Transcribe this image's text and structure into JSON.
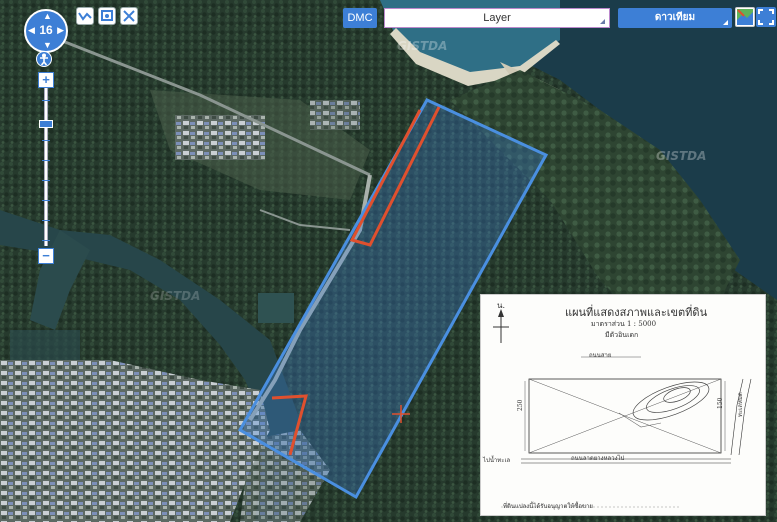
{
  "map": {
    "zoom_level": "16",
    "watermarks": [
      "GISTDA",
      "GISTDA",
      "GISTDA"
    ],
    "parcel_outline_color": "#3d7fd6",
    "highlight_color": "#e0502e"
  },
  "toolbar": {
    "dmc_label": "DMC",
    "layer_label": "Layer",
    "basemap_label": "ดาวเทียม"
  },
  "icons": {
    "pan": "arrows-icon",
    "measure_line": "measure-line-icon",
    "measure_area": "measure-area-icon",
    "clear": "clear-icon",
    "layers": "map-layers-icon",
    "fullscreen": "fullscreen-icon",
    "street_view": "pegman-icon",
    "zoom_in": "plus-icon",
    "zoom_out": "minus-icon"
  },
  "inset": {
    "title": "แผนที่แสดงสภาพและเขตที่ดิน",
    "scale_text": "มาตราส่วน 1 : 5000",
    "subtitle": "มีตัวอินเดก",
    "north_label": "น.",
    "top_road_label": "ถนนสาย",
    "left_label": "ไปน้ำทะเล",
    "bottom_road_label": "ถนนลาดยางหลวงไป",
    "right_label": "ทะเลหมด",
    "side_dimension_left": "250",
    "side_dimension_right": "150",
    "footer_text": "ที่ดินแปลงนี้ได้รับอนุญาตให้ซื้อขาย"
  }
}
